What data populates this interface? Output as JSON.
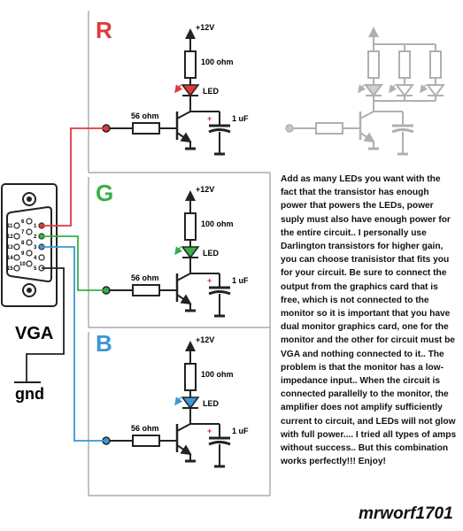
{
  "panels": [
    {
      "channel": "R",
      "color": "#e0393a",
      "supply": "+12V",
      "resistor_label": "100 ohm",
      "led_label": "LED",
      "base_resistor_label": "56 ohm",
      "capacitor_label": "1 uF",
      "capacitor_polarity": "+"
    },
    {
      "channel": "G",
      "color": "#3aae4a",
      "supply": "+12V",
      "resistor_label": "100 ohm",
      "led_label": "LED",
      "base_resistor_label": "56 ohm",
      "capacitor_label": "1 uF",
      "capacitor_polarity": "+"
    },
    {
      "channel": "B",
      "color": "#3a98d4",
      "supply": "+12V",
      "resistor_label": "100 ohm",
      "led_label": "LED",
      "base_resistor_label": "56 ohm",
      "capacitor_label": "1 uF",
      "capacitor_polarity": "+"
    }
  ],
  "connector": {
    "label": "VGA",
    "ground_label": "gnd",
    "pin_numbers": [
      "1",
      "2",
      "3",
      "4",
      "5",
      "6",
      "7",
      "8",
      "9",
      "10",
      "11",
      "12",
      "13",
      "14",
      "15"
    ]
  },
  "description": "Add as many LEDs you want with the fact that the transistor has enough power that powers the LEDs, power suply must also have enough power for the entire circuit.. I personally use Darlington transistors for higher gain, you can choose tranisistor that fits you for your circuit. Be sure to connect the output from the graphics card that is free, which is not connected to the monitor so it is important that you have dual monitor graphics card, one for the monitor and the other for circuit must be VGA and nothing connected to it.. The problem is that the monitor has a low-impedance input.. When the circuit is connected parallelly to the monitor, the amplifier does not amplify sufficiently current to circuit, and LEDs will not glow with full power.... I tried all types of amps without success.. But this combination works perfectly!!! Enjoy!",
  "author": "mrworf1701",
  "colors": {
    "wire": "#222222",
    "panel_border": "#9a9a9a",
    "ghost": "#b0b0b0",
    "capacitor_plus": "#d03030"
  }
}
